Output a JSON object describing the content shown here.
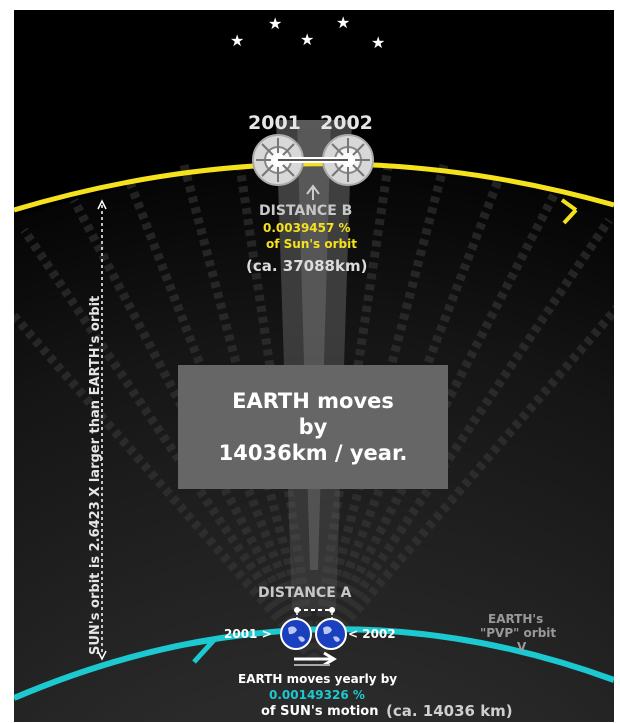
{
  "colors": {
    "background": "#000000",
    "sun_orbit": "#f5e21c",
    "earth_orbit": "#1cc9d0",
    "distance_b_pct": "#f5e21c",
    "earth_pct": "#1cc9d0",
    "box": "#666666"
  },
  "icons": [
    "star-icon",
    "sun-icon",
    "earth-icon",
    "arrow-up-icon",
    "arrow-right-icon"
  ],
  "sun": {
    "year_left": "2001",
    "year_right": "2002",
    "distance_title": "DISTANCE B",
    "distance_pct": "0.0039457 %",
    "distance_of": "of Sun's orbit",
    "distance_km": "(ca. 37088km)"
  },
  "box": {
    "line1": "EARTH moves",
    "line2": "by",
    "line3": "14036km / year."
  },
  "side_label": "SUN's orbit is 2.6423  X  larger than EARTH's orbit",
  "earth": {
    "distance_title": "DISTANCE A",
    "year_left": "2001 >",
    "year_right": "< 2002",
    "orbit_label_1": "EARTH's",
    "orbit_label_2": "\"PVP\" orbit",
    "orbit_label_3": "V",
    "moves_line": "EARTH moves yearly by",
    "moves_pct": "0.00149326 %",
    "moves_of": "of SUN's motion",
    "moves_km": "(ca. 14036 km)"
  }
}
